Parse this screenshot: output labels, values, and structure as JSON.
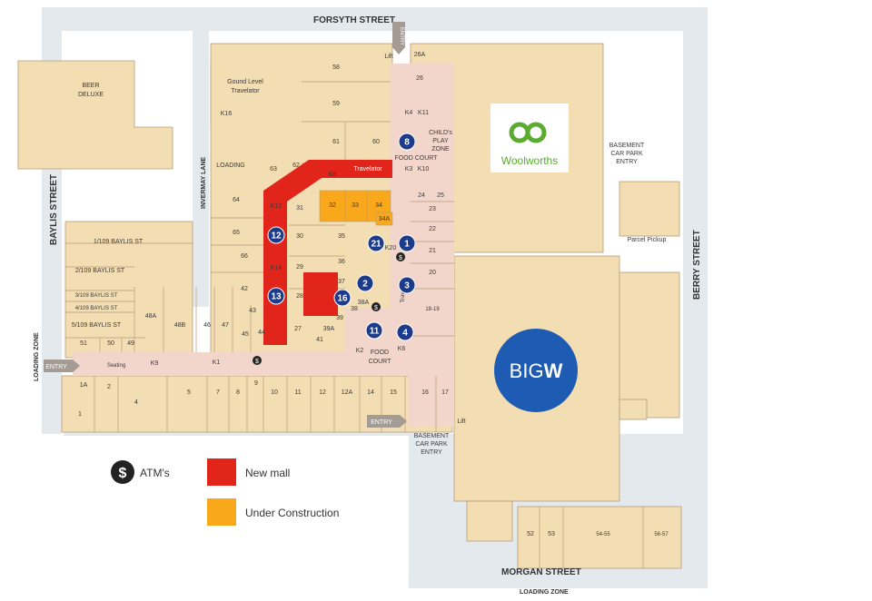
{
  "streets": {
    "forsyth": "FORSYTH STREET",
    "baylis": "BAYLIS STREET",
    "invermay": "INVERMAY LANE",
    "berry": "BERRY STREET",
    "morgan": "MORGAN STREET",
    "loading_zone_left": "LOADING ZONE",
    "loading_zone_bottom": "LOADING ZONE"
  },
  "labels": {
    "beer_deluxe_1": "BEER",
    "beer_deluxe_2": "DELUXE",
    "travelator_1": "Gound Level",
    "travelator_2": "Travelator",
    "travelator_red": "Travelator",
    "travelator_vert": "Travelator",
    "loading": "LOADING",
    "lift_top": "Lift",
    "lift_bottom": "Lift",
    "entry_top": "ENTRY",
    "entry_left": "ENTRY",
    "entry_bottom": "ENTRY",
    "childs_play_1": "CHILD's",
    "childs_play_2": "PLAY",
    "childs_play_3": "ZONE",
    "food_court_top": "FOOD COURT",
    "food_court_bottom_1": "FOOD",
    "food_court_bottom_2": "COURT",
    "basement_top_1": "BASEMENT",
    "basement_top_2": "CAR PARK",
    "basement_top_3": "ENTRY",
    "basement_bottom_1": "BASEMENT",
    "basement_bottom_2": "CAR PARK",
    "basement_bottom_3": "ENTRY",
    "parcel_pickup": "Parcel Pickup",
    "seating": "Seating",
    "woolworths": "Woolworths",
    "bigw_a": "BIG",
    "bigw_b": "W"
  },
  "baylis_units": {
    "b1": "1/109 BAYLIS ST",
    "b2": "2/109 BAYLIS ST",
    "b3": "3/109 BAYLIS ST",
    "b4": "4/109 BAYLIS ST",
    "b5": "5/109 BAYLIS ST"
  },
  "shops": [
    {
      "id": "58",
      "label": "58"
    },
    {
      "id": "59",
      "label": "59"
    },
    {
      "id": "61",
      "label": "61"
    },
    {
      "id": "60",
      "label": "60"
    },
    {
      "id": "26A",
      "label": "26A"
    },
    {
      "id": "26",
      "label": "26"
    },
    {
      "id": "K4",
      "label": "K4"
    },
    {
      "id": "K11",
      "label": "K11"
    },
    {
      "id": "K3",
      "label": "K3"
    },
    {
      "id": "K10",
      "label": "K10"
    },
    {
      "id": "K16",
      "label": "K16"
    },
    {
      "id": "63",
      "label": "63"
    },
    {
      "id": "62",
      "label": "62"
    },
    {
      "id": "K8",
      "label": "K8"
    },
    {
      "id": "64",
      "label": "64"
    },
    {
      "id": "K12",
      "label": "K12"
    },
    {
      "id": "31",
      "label": "31"
    },
    {
      "id": "32",
      "label": "32"
    },
    {
      "id": "33",
      "label": "33"
    },
    {
      "id": "34",
      "label": "34"
    },
    {
      "id": "34A",
      "label": "34A"
    },
    {
      "id": "24",
      "label": "24"
    },
    {
      "id": "25",
      "label": "25"
    },
    {
      "id": "23",
      "label": "23"
    },
    {
      "id": "22",
      "label": "22"
    },
    {
      "id": "21",
      "label": "21"
    },
    {
      "id": "20",
      "label": "20"
    },
    {
      "id": "18-19",
      "label": "18-19"
    },
    {
      "id": "65",
      "label": "65"
    },
    {
      "id": "30",
      "label": "30"
    },
    {
      "id": "35",
      "label": "35"
    },
    {
      "id": "K20",
      "label": "K20"
    },
    {
      "id": "66",
      "label": "66"
    },
    {
      "id": "K14",
      "label": "K14"
    },
    {
      "id": "29",
      "label": "29"
    },
    {
      "id": "36",
      "label": "36"
    },
    {
      "id": "37",
      "label": "37"
    },
    {
      "id": "42",
      "label": "42"
    },
    {
      "id": "28",
      "label": "28"
    },
    {
      "id": "38A",
      "label": "38A"
    },
    {
      "id": "38",
      "label": "38"
    },
    {
      "id": "39",
      "label": "39"
    },
    {
      "id": "43",
      "label": "43"
    },
    {
      "id": "27",
      "label": "27"
    },
    {
      "id": "39A",
      "label": "39A"
    },
    {
      "id": "41",
      "label": "41"
    },
    {
      "id": "44",
      "label": "44"
    },
    {
      "id": "45",
      "label": "45"
    },
    {
      "id": "46",
      "label": "46"
    },
    {
      "id": "47",
      "label": "47"
    },
    {
      "id": "48B",
      "label": "48B"
    },
    {
      "id": "48A",
      "label": "48A"
    },
    {
      "id": "51",
      "label": "51"
    },
    {
      "id": "50",
      "label": "50"
    },
    {
      "id": "49",
      "label": "49"
    },
    {
      "id": "K2",
      "label": "K2"
    },
    {
      "id": "K6",
      "label": "K6"
    },
    {
      "id": "K9",
      "label": "K9"
    },
    {
      "id": "K1",
      "label": "K1"
    },
    {
      "id": "1A",
      "label": "1A"
    },
    {
      "id": "1",
      "label": "1"
    },
    {
      "id": "2",
      "label": "2"
    },
    {
      "id": "4",
      "label": "4"
    },
    {
      "id": "5",
      "label": "5"
    },
    {
      "id": "7",
      "label": "7"
    },
    {
      "id": "8",
      "label": "8"
    },
    {
      "id": "9",
      "label": "9"
    },
    {
      "id": "10",
      "label": "10"
    },
    {
      "id": "11",
      "label": "11"
    },
    {
      "id": "12",
      "label": "12"
    },
    {
      "id": "12A",
      "label": "12A"
    },
    {
      "id": "14",
      "label": "14"
    },
    {
      "id": "15",
      "label": "15"
    },
    {
      "id": "16",
      "label": "16"
    },
    {
      "id": "17",
      "label": "17"
    },
    {
      "id": "52",
      "label": "52"
    },
    {
      "id": "53",
      "label": "53"
    },
    {
      "id": "54-55",
      "label": "54-55"
    },
    {
      "id": "56-57",
      "label": "56-57"
    }
  ],
  "markers": [
    "1",
    "2",
    "3",
    "4",
    "8",
    "11",
    "12",
    "13",
    "16",
    "21"
  ],
  "legend": {
    "atm": "ATM's",
    "atm_symbol": "$",
    "new_mall": "New mall",
    "under_construction": "Under Construction"
  },
  "colors": {
    "shop": "#f3ddb3",
    "mall": "#f2d6cc",
    "road": "#e4e9ee",
    "new_mall": "#e1251b",
    "under_construction": "#f9a81b",
    "marker": "#1d3b8b",
    "bigw": "#1e5cb3",
    "woolworths": "#5aab2f"
  }
}
